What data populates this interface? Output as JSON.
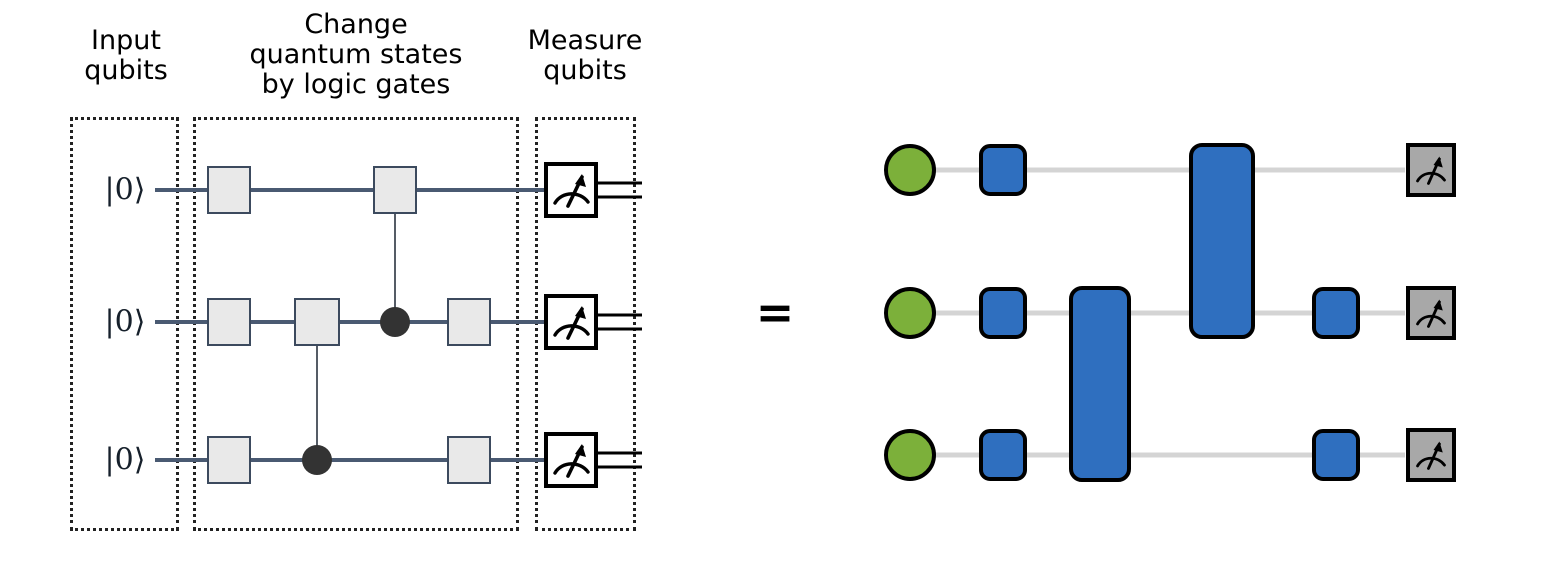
{
  "figure": {
    "equals_symbol": "=",
    "colors": {
      "gate_fill_left": "#e9e9e9",
      "gate_border_left": "#3c4a5e",
      "wire_left": "#4a5a72",
      "control_dot": "#333333",
      "qubit_init_green": "#7cb03a",
      "gate_blue": "#2f6fbf",
      "wire_right": "#d4d4d4",
      "meter_fill_left": "#ffffff",
      "meter_fill_right": "#a8a8a8",
      "outline_black": "#000000",
      "dotted_box": "#222222"
    }
  },
  "sections": [
    {
      "id": "input",
      "label": "Input\nqubits"
    },
    {
      "id": "change",
      "label": "Change\nquantum states\nby logic gates"
    },
    {
      "id": "measure",
      "label": "Measure\nqubits"
    }
  ],
  "left_circuit": {
    "qubit_labels": [
      "|0⟩",
      "|0⟩",
      "|0⟩"
    ],
    "rows": [
      {
        "index": 0,
        "gates": [
          "single-qubit-gate",
          "single-qubit-gate"
        ],
        "measurement": "measurement-meter"
      },
      {
        "index": 1,
        "gates": [
          "single-qubit-gate",
          "controlled-gate-target",
          "control-dot",
          "single-qubit-gate"
        ],
        "measurement": "measurement-meter"
      },
      {
        "index": 2,
        "gates": [
          "single-qubit-gate",
          "control-dot",
          "single-qubit-gate"
        ],
        "measurement": "measurement-meter"
      }
    ],
    "vertical_links": [
      {
        "from_row": 0,
        "to_row": 1,
        "description": "top gate controlled by middle qubit"
      },
      {
        "from_row": 1,
        "to_row": 2,
        "description": "middle gate controlled by bottom qubit"
      }
    ]
  },
  "right_circuit": {
    "rows": [
      {
        "index": 0,
        "elements": [
          "qubit-init",
          "single-qubit-gate",
          "two-qubit-gate",
          "measurement-meter"
        ]
      },
      {
        "index": 1,
        "elements": [
          "qubit-init",
          "single-qubit-gate",
          "two-qubit-gate",
          "two-qubit-gate",
          "single-qubit-gate",
          "measurement-meter"
        ]
      },
      {
        "index": 2,
        "elements": [
          "qubit-init",
          "single-qubit-gate",
          "two-qubit-gate",
          "single-qubit-gate",
          "measurement-meter"
        ]
      }
    ],
    "spanning_gates": [
      {
        "name": "two-qubit-gate-middle-bottom",
        "spans": [
          1,
          2
        ]
      },
      {
        "name": "two-qubit-gate-top-middle",
        "spans": [
          0,
          1
        ]
      }
    ]
  }
}
